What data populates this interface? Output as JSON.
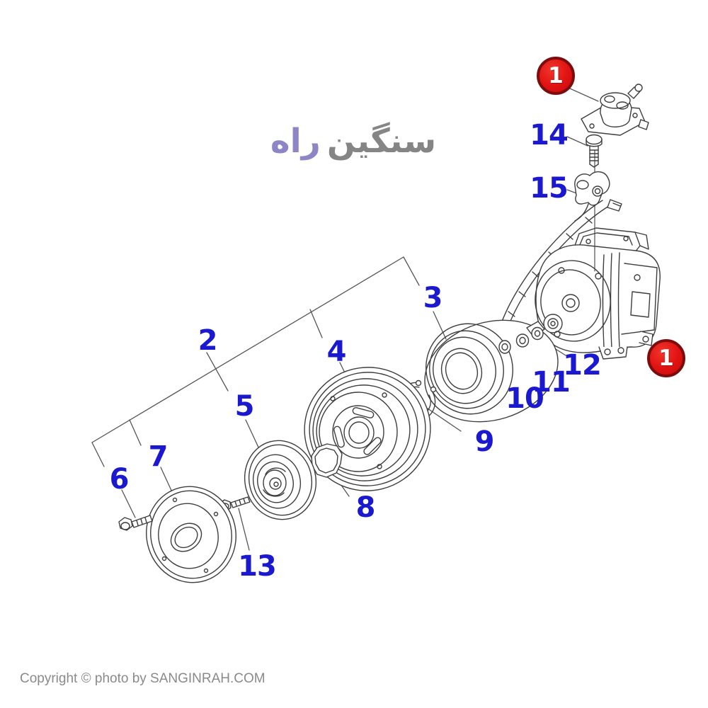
{
  "diagram": {
    "description": "Exploded parts diagram of an air-conditioner compressor assembly",
    "part_numbers": {
      "p1": "1",
      "p2": "2",
      "p3": "3",
      "p4": "4",
      "p5": "5",
      "p6": "6",
      "p7": "7",
      "p8": "8",
      "p9": "9",
      "p10": "10",
      "p11": "11",
      "p12": "12",
      "p13": "13",
      "p14": "14",
      "p15": "15"
    }
  },
  "watermark": {
    "word_gray": "سنگین",
    "word_purple": "راه"
  },
  "footer": {
    "copyright": "Copyright © photo by SANGINRAH.COM"
  },
  "colors": {
    "label_blue": "#1b19cf",
    "badge_red": "#e01212",
    "badge_ring": "#7d0d0d",
    "drawing_line": "#3e3e3e",
    "leader_line": "#555555",
    "watermark_gray": "#858585",
    "watermark_purple": "#8d85c6",
    "copyright_gray": "#8a8a8a",
    "background": "#ffffff"
  }
}
